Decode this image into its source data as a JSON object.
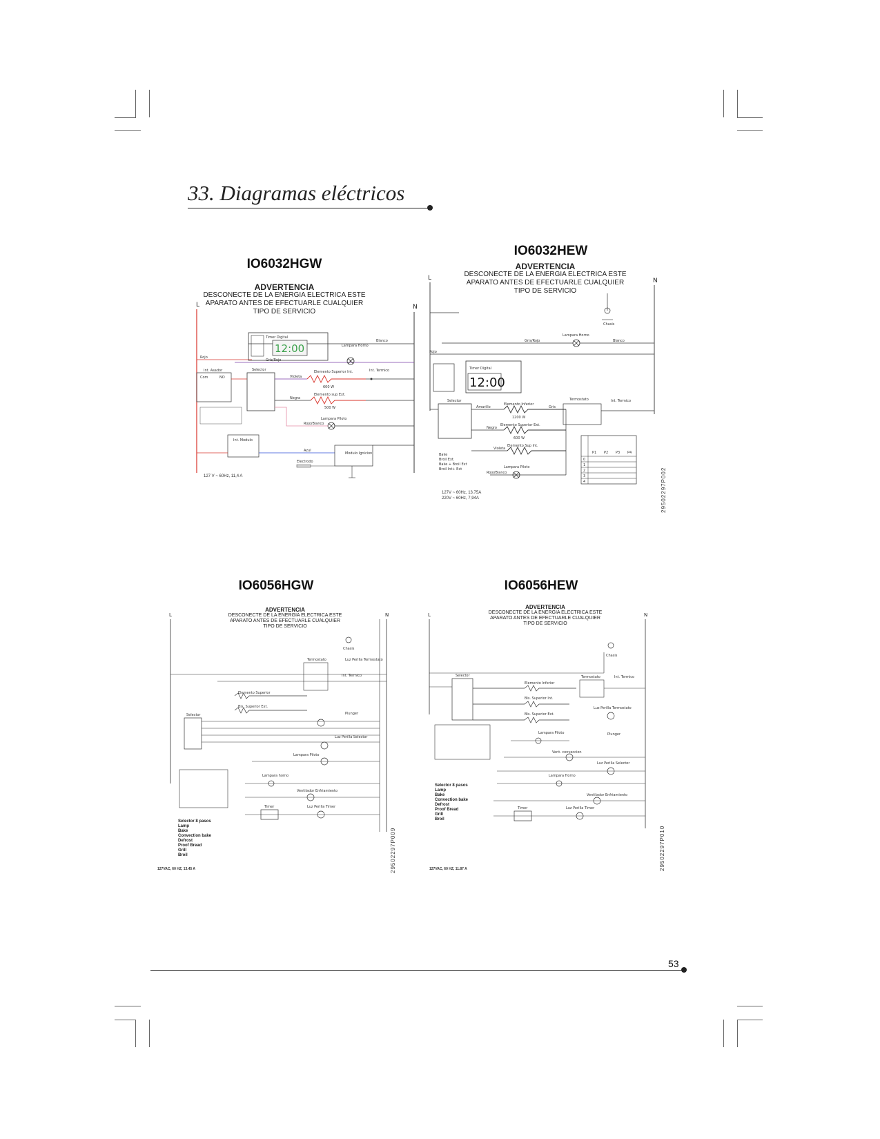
{
  "page": {
    "section_title": "33. Diagramas eléctricos",
    "page_number": "53"
  },
  "warning": {
    "heading": "ADVERTENCIA",
    "line1": "DESCONECTE DE LA ENERGIA ELECTRICA ESTE",
    "line2": "APARATO ANTES DE EFECTUARLE CUALQUIER",
    "line3": "TIPO DE SERVICIO"
  },
  "diagrams": [
    {
      "model": "IO6032HGW",
      "rail_l": "L",
      "rail_n": "N",
      "timer_label": "Timer Digital",
      "timer_display": "12:00",
      "labels": [
        "Blanco",
        "Rojo",
        "Gris/Rojo",
        "Lampara Horno",
        "Int. Asador",
        "Com",
        "NO",
        "Selector",
        "Violeta",
        "Elemento Superior Int.",
        "Int. Termico",
        "600 W",
        "Elemento sup Ext.",
        "Negra",
        "500 W",
        "Lampara Piloto",
        "Rojo/Blanco",
        "Int. Modulo",
        "Azul",
        "Modulo Ignicion",
        "Electrodo"
      ],
      "footnote": "127 V ~ 60Hz, 11,4 A"
    },
    {
      "model": "IO6032HEW",
      "rail_l": "L",
      "rail_n": "N",
      "timer_label": "Timer Digital",
      "timer_display": "12:00",
      "labels": [
        "Lampara Horno",
        "Gris/Rojo",
        "Blanco",
        "Rojo",
        "Selector",
        "Elemento Inferior",
        "1200 W",
        "Amarillo",
        "Gris",
        "Elemento Superior Ext.",
        "600 W",
        "Negro",
        "Elemento Sup Int.",
        "Violeta",
        "Lampara Piloto",
        "Rojo/Blanco",
        "Termostato",
        "Int. Termico",
        "Chasis"
      ],
      "modes": [
        "Bake",
        "Broil Ext.",
        "Bake + Broil Ext",
        "Broil Int+ Ext"
      ],
      "selector_cols": [
        "P1",
        "P2",
        "P3",
        "P4"
      ],
      "selector_rows": [
        "0",
        "1",
        "2",
        "3",
        "4"
      ],
      "footnote": "127V ~ 60Hz, 13.75A\n220V ~ 60Hz, 7,94A",
      "code": "29502297P002"
    },
    {
      "model": "IO6056HGW",
      "rail_l": "L",
      "rail_n": "N",
      "labels": [
        "Chasis",
        "Luz Perilla Termostato",
        "Termostato",
        "Int. Termico",
        "Elemento Superior",
        "Bis. Superior Ext.",
        "Selector",
        "Plunger",
        "Luz Perilla Selector",
        "Lampara Piloto",
        "Lampara horno",
        "Ventilador Enfriamiento",
        "Timer",
        "Luz Perilla Timer"
      ],
      "steps": [
        "Selector 8 pasos",
        "Lamp",
        "Bake",
        "Convection bake",
        "Defrost",
        "Proof Bread",
        "Grill",
        "Broil"
      ],
      "footnote": "127VAC, 60 HZ, 13.45 A",
      "code": "29502297P009"
    },
    {
      "model": "IO6056HEW",
      "rail_l": "L",
      "rail_n": "N",
      "labels": [
        "Chasis",
        "Selector",
        "Elemento Inferior",
        "Termostato",
        "Int. Termico",
        "Bis. Superior Int.",
        "Bis. Superior Ext.",
        "Luz Perilla Termostato",
        "Lampara Piloto",
        "Plunger",
        "Vent. conveccion",
        "Luz Perilla Selector",
        "Lampara Horno",
        "Ventilador Enfriamiento",
        "Timer",
        "Luz Perilla Timer"
      ],
      "steps": [
        "Selector 8 pasos",
        "Lamp",
        "Bake",
        "Convection bake",
        "Defrost",
        "Proof Bread",
        "Grill",
        "Broil"
      ],
      "footnote": "127VAC, 60 HZ, 11.87 A",
      "code": "29502297P010"
    }
  ],
  "colors": {
    "line": "#333333",
    "red": "#d9342b",
    "blue": "#2b4bd9",
    "purple": "#7a3ea8",
    "pink": "#e58aa5",
    "lcd": "#3aa14a"
  }
}
